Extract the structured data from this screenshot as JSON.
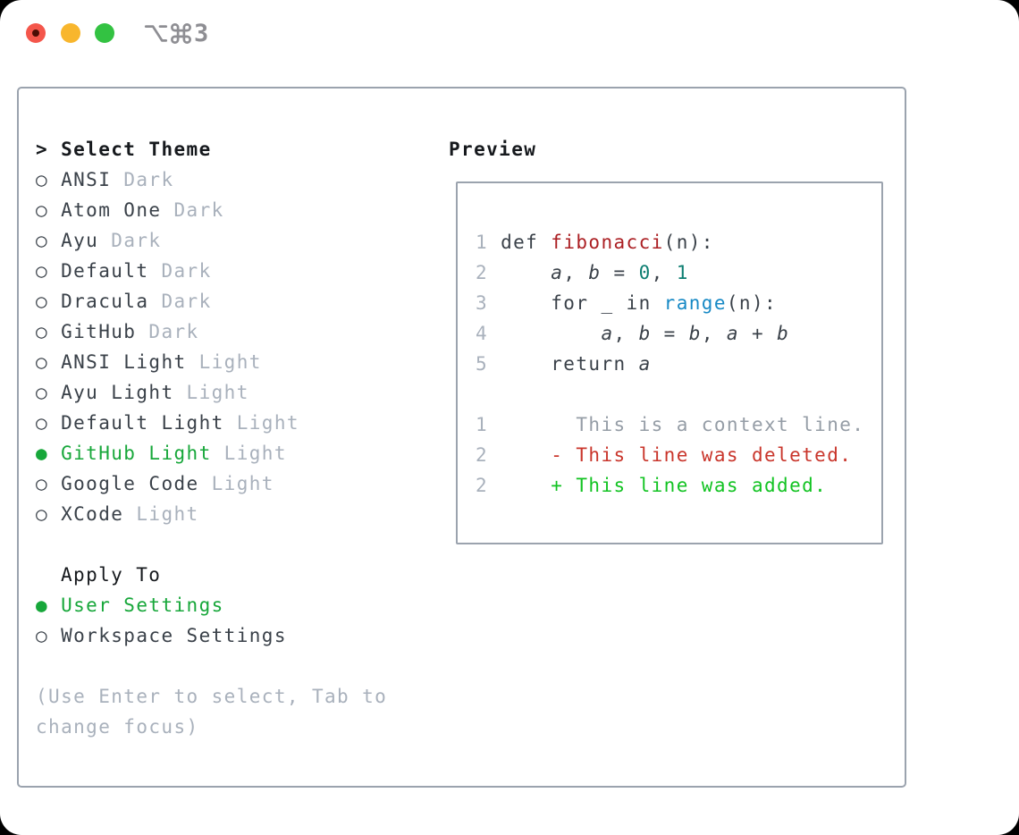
{
  "window": {
    "title": "⌥⌘3",
    "title_number": "3",
    "traffic_lights": [
      "close",
      "minimize",
      "zoom"
    ]
  },
  "theme_panel": {
    "header": {
      "prefix": "> ",
      "label": "Select Theme"
    },
    "themes": [
      {
        "name": "ANSI",
        "variant": "Dark",
        "selected": false
      },
      {
        "name": "Atom One",
        "variant": "Dark",
        "selected": false
      },
      {
        "name": "Ayu",
        "variant": "Dark",
        "selected": false
      },
      {
        "name": "Default",
        "variant": "Dark",
        "selected": false
      },
      {
        "name": "Dracula",
        "variant": "Dark",
        "selected": false
      },
      {
        "name": "GitHub",
        "variant": "Dark",
        "selected": false
      },
      {
        "name": "ANSI Light",
        "variant": "Light",
        "selected": false
      },
      {
        "name": "Ayu Light",
        "variant": "Light",
        "selected": false
      },
      {
        "name": "Default Light",
        "variant": "Light",
        "selected": false
      },
      {
        "name": "GitHub Light",
        "variant": "Light",
        "selected": true
      },
      {
        "name": "Google Code",
        "variant": "Light",
        "selected": false
      },
      {
        "name": "XCode",
        "variant": "Light",
        "selected": false
      }
    ],
    "apply_to": {
      "header": "Apply To",
      "options": [
        {
          "name": "User Settings",
          "selected": true
        },
        {
          "name": "Workspace Settings",
          "selected": false
        }
      ]
    },
    "hint_lines": [
      "(Use Enter to select, Tab to",
      "change focus)"
    ]
  },
  "preview": {
    "header": "Preview",
    "code_lines": [
      {
        "num": "1",
        "segments": [
          [
            "plain",
            "def "
          ],
          [
            "function",
            "fibonacci"
          ],
          [
            "plain",
            "(n):"
          ]
        ]
      },
      {
        "num": "2",
        "segments": [
          [
            "plain",
            "    "
          ],
          [
            "variable",
            "a"
          ],
          [
            "plain",
            ", "
          ],
          [
            "variable",
            "b"
          ],
          [
            "plain",
            " = "
          ],
          [
            "number",
            "0"
          ],
          [
            "plain",
            ", "
          ],
          [
            "number",
            "1"
          ]
        ]
      },
      {
        "num": "3",
        "segments": [
          [
            "plain",
            "    for _ in "
          ],
          [
            "builtin",
            "range"
          ],
          [
            "plain",
            "(n):"
          ]
        ]
      },
      {
        "num": "4",
        "segments": [
          [
            "plain",
            "        "
          ],
          [
            "variable",
            "a"
          ],
          [
            "plain",
            ", "
          ],
          [
            "variable",
            "b"
          ],
          [
            "plain",
            " = "
          ],
          [
            "variable",
            "b"
          ],
          [
            "plain",
            ", "
          ],
          [
            "variable",
            "a"
          ],
          [
            "plain",
            " + "
          ],
          [
            "variable",
            "b"
          ]
        ]
      },
      {
        "num": "5",
        "segments": [
          [
            "plain",
            "    return "
          ],
          [
            "variable",
            "a"
          ]
        ]
      },
      {
        "num": "",
        "segments": []
      },
      {
        "num": "1",
        "segments": [
          [
            "context",
            "      This is a context line."
          ]
        ]
      },
      {
        "num": "2",
        "segments": [
          [
            "deleted",
            "    - This line was deleted."
          ]
        ]
      },
      {
        "num": "2",
        "segments": [
          [
            "added",
            "    + This line was added."
          ]
        ]
      }
    ]
  },
  "colors": {
    "accent_green": "#17a73a",
    "diff_added_green": "#12c322",
    "diff_deleted_red": "#c9352b",
    "syntax_function_red": "#ab1f23",
    "syntax_builtin_blue": "#1789c5",
    "syntax_number_teal": "#0d7e71",
    "text_dark": "#3a4149",
    "text_black": "#16191d",
    "text_gray": "#a9b1bc",
    "context_gray": "#959da6",
    "border_gray": "#9ba3ae",
    "title_gray": "#8e8e93",
    "traffic_red": "#f4564b",
    "traffic_red_dot": "#4a0d05",
    "traffic_yellow": "#f8b62d",
    "traffic_green": "#33c242"
  }
}
